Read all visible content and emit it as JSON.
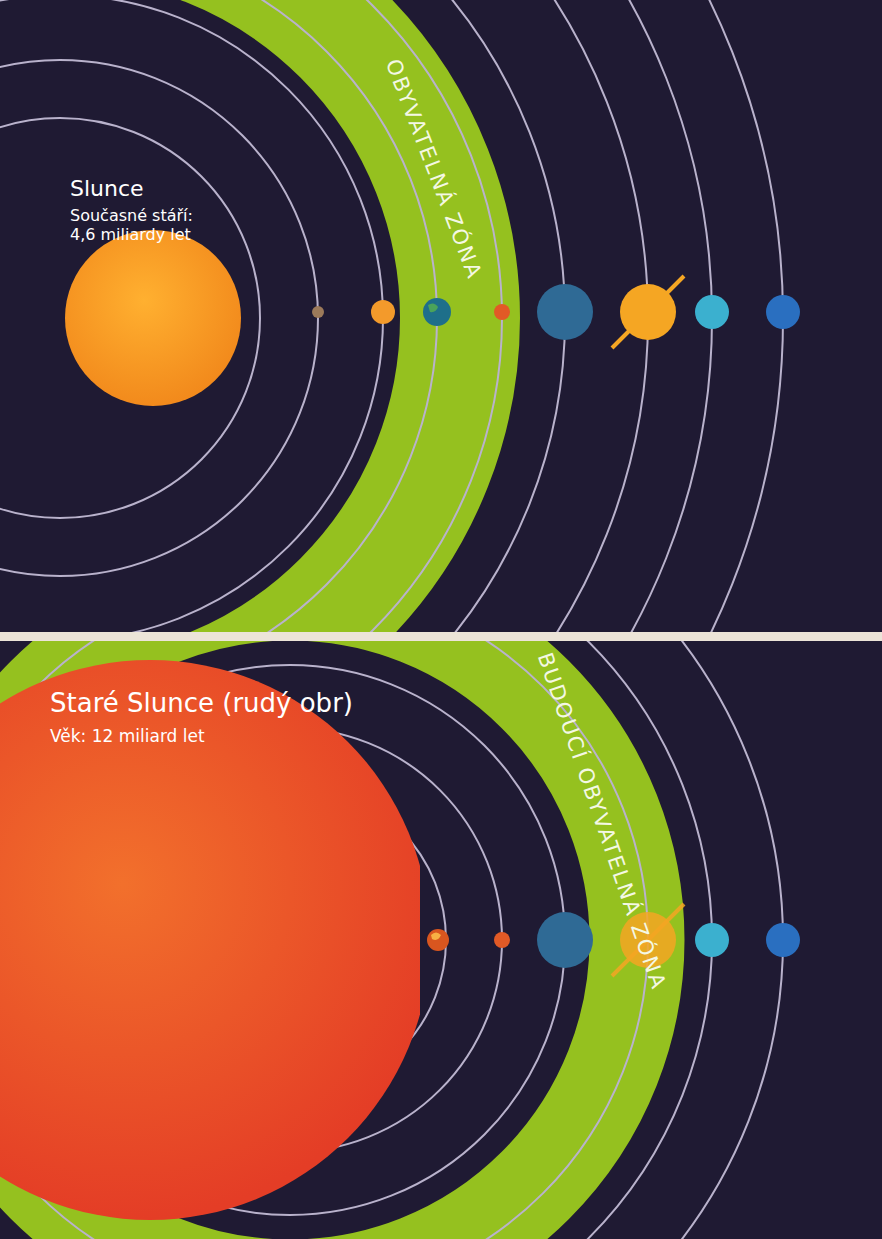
{
  "diagram": {
    "nodes": [
      {
        "text": [
          "Slunce",
          "Současné stáří: 4,6 miliardy let"
        ]
      },
      {
        "text": [
          "OBYVATELNÁ ZÓNA"
        ]
      },
      {
        "text": [
          "Staré Slunce (rudý obr)",
          "Věk: 12 miliard let"
        ]
      },
      {
        "text": [
          "BUDOUCÍ OBYVATELNÁ ZÓNA"
        ]
      }
    ]
  }
}
